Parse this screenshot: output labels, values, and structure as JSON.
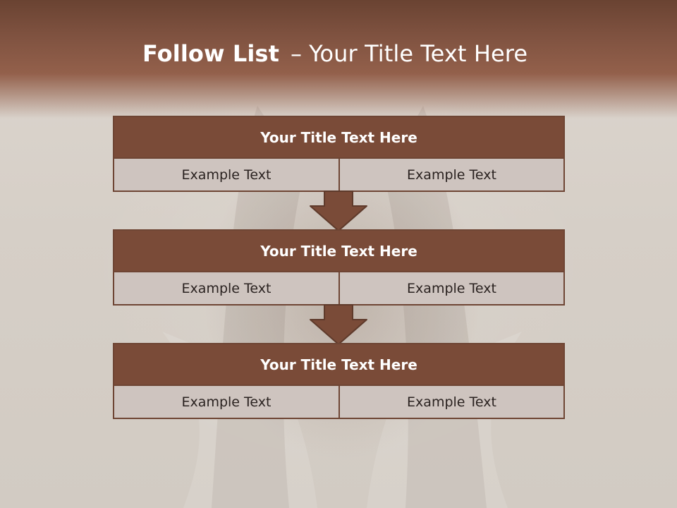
{
  "slide": {
    "title_bold": "Follow List",
    "title_separator": "–",
    "title_rest": "Your Title Text Here"
  },
  "steps": [
    {
      "title": "Your Title Text Here",
      "left": "Example Text",
      "right": "Example Text"
    },
    {
      "title": "Your Title Text Here",
      "left": "Example Text",
      "right": "Example Text"
    },
    {
      "title": "Your Title Text Here",
      "left": "Example Text",
      "right": "Example Text"
    }
  ],
  "colors": {
    "header": "#7f5240",
    "box_title": "#7a4b38",
    "box_border": "#6e4534",
    "cell": "#cec4bf",
    "arrow": "#7a4b38"
  }
}
